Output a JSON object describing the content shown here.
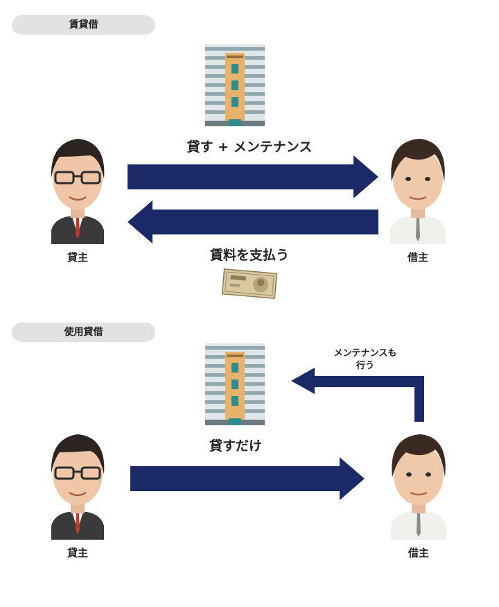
{
  "rental": {
    "section_label": "賃貸借",
    "arrow_top_label": "貸す + メンテナンス",
    "arrow_bottom_label": "賃料を支払う",
    "lender_label": "貸主",
    "borrower_label": "借主"
  },
  "loan": {
    "section_label": "使用貸借",
    "maintenance_label_line1": "メンテナンスも",
    "maintenance_label_line2": "行う",
    "arrow_label": "貸すだけ",
    "lender_label": "貸主",
    "borrower_label": "借主"
  },
  "colors": {
    "arrow": "#1b2a66",
    "label_bg": "#e2e2e2",
    "building_stripe": "#8fa6ad",
    "building_core": "#e9b26a"
  },
  "icons": [
    "building-icon",
    "lender-person-icon",
    "borrower-person-icon",
    "banknote-icon"
  ]
}
